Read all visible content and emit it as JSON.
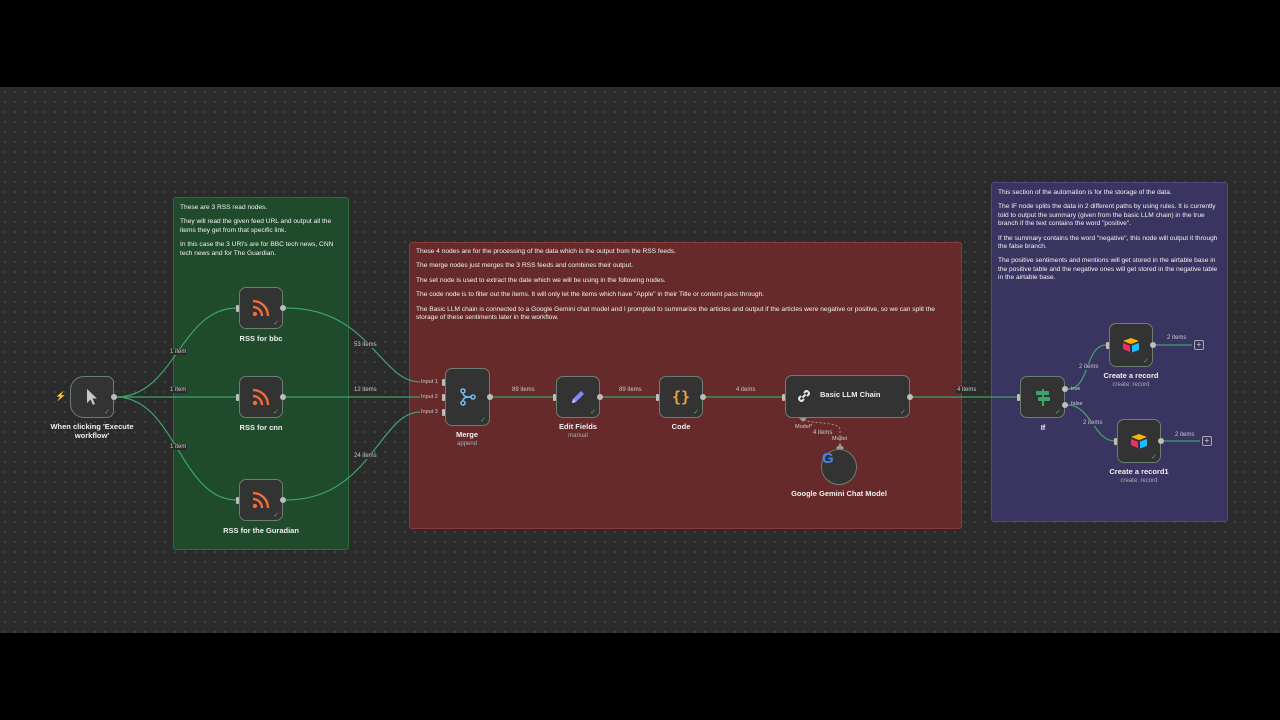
{
  "notes": {
    "rss": [
      "These are 3 RSS read nodes.",
      "They will read the given feed URL and output all the items they get from that specific link.",
      "In this case the 3 URI's are for BBC tech news, CNN tech news and for The Guardian."
    ],
    "processing": [
      "These 4 nodes are for the processing of the data which is the output from the RSS feeds.",
      "The merge nodes just merges the 3 RSS feeds and combines their output.",
      "The set node is used to extract the date which we will be using in the following nodes.",
      "The code node is to filter out the items. It will only let the items which have \"Apple\" in their Title or content pass through.",
      "The Basic LLM chain is connected to a Google Gemini chat model and I prompted to summarize the articles and output if the articles were negative or positive, so we can split the storage of these sentiments later in the workflow."
    ],
    "storage": [
      "This section of the automation is for the storage of the data.",
      "The IF node splits the data in 2 different paths by using rules. It is currently told to output the summary (given from the basic LLM chain) in the true branch if the text contains the word \"positive\".",
      "If the summary contains the word \"negative\", this node will output it through the false branch.",
      "The positive sentiments and mentions will get stored in the airtable base in the positive table and the negative ones will get stored in the negative table in the airtable base."
    ]
  },
  "nodes": {
    "trigger": {
      "label": "When clicking 'Execute workflow'"
    },
    "rss_bbc": {
      "label": "RSS for bbc"
    },
    "rss_cnn": {
      "label": "RSS for cnn"
    },
    "rss_guardian": {
      "label": "RSS for the Guradian"
    },
    "merge": {
      "label": "Merge",
      "sub": "append",
      "inputs": [
        "Input 1",
        "Input 2",
        "Input 3"
      ]
    },
    "edit": {
      "label": "Edit Fields",
      "sub": "manual"
    },
    "code": {
      "label": "Code"
    },
    "llm": {
      "label": "Basic LLM Chain",
      "model_port": "Model*"
    },
    "gemini": {
      "label": "Google Gemini Chat Model",
      "port": "Model"
    },
    "if": {
      "label": "If",
      "true_label": "true",
      "false_label": "false"
    },
    "create1": {
      "label": "Create a record",
      "sub": "create: record"
    },
    "create2": {
      "label": "Create a record1",
      "sub": "create: record"
    }
  },
  "edges": {
    "trig_bbc": "1 item",
    "trig_cnn": "1 item",
    "trig_guardian": "1 item",
    "bbc_merge": "53 items",
    "cnn_merge": "12 items",
    "guardian_merge": "24 items",
    "merge_edit": "89 items",
    "edit_code": "89 items",
    "code_llm": "4 items",
    "gemini_llm": "4 items",
    "llm_if": "4 items",
    "if_true": "2 items",
    "if_false": "2 items",
    "create1_out": "2 items",
    "create2_out": "2 items"
  },
  "colors": {
    "canvas": "#2b2b2b",
    "sticky_green": "#1f4a2c",
    "sticky_red": "#672a2b",
    "sticky_purple": "#3a3461",
    "rss_icon": "#f26b3a",
    "wire_success": "#3aa56a"
  },
  "icons": {
    "trigger": "cursor-icon",
    "rss": "rss-icon",
    "merge": "merge-icon",
    "edit": "pencil-icon",
    "code": "braces-icon",
    "llm": "chain-link-icon",
    "gemini": "google-icon",
    "if": "signpost-icon",
    "airtable": "airtable-icon"
  }
}
